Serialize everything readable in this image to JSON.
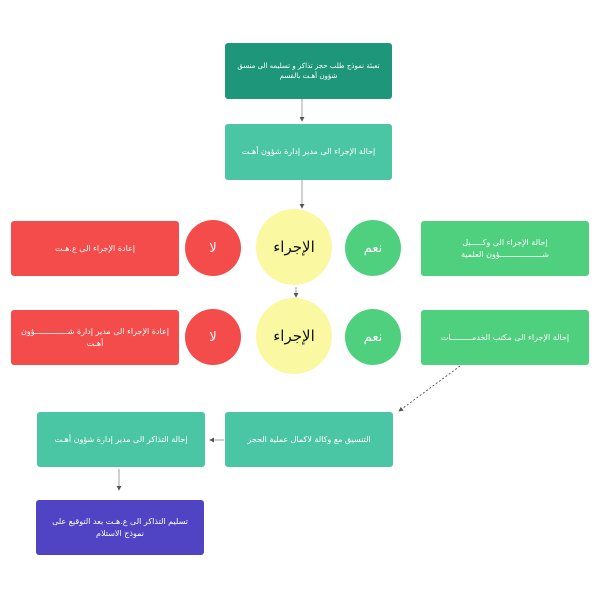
{
  "colors": {
    "dark_teal": "#1e967a",
    "teal": "#4bc6a4",
    "green": "#4ed07e",
    "red": "#f44b4b",
    "yellow": "#fbf8a2",
    "purple": "#5044c4",
    "arrow": "#8a8a8a"
  },
  "nodes": {
    "fill_form": "تعبئة نموذج طلب حجز تذاكر و تسليمه الى منسق شؤون أهـت بالقسم",
    "refer_admin": "إحالة الإجراء الى مدير إدارة شؤون أهـت",
    "decision_1": "الإجراء",
    "yes_1": "نعم",
    "no_1": "لا",
    "refer_vice": "إحالة الإجراء الى وكـــــيل شــــــــــــــــــؤون العلمية",
    "return_1": "إعادة الإجراء الى ع.هـت",
    "decision_2": "الإجراء",
    "yes_2": "نعم",
    "no_2": "لا",
    "refer_services": "إحالة الإجراء الى مكتب الخدمـــــــــات",
    "return_2": "إعادة الإجراء الى مدير إدارة شــــــــــــــؤون أهـت",
    "coordinate": "التنسيق مع وكالة لاكمال عملية الحجز",
    "refer_tickets": "إحالة التذاكر الى مدير إدارة شؤون أهـت",
    "deliver": "تسليم التذاكر الى ع.هـت بعد التوقيع على نموذج الاستلام"
  }
}
